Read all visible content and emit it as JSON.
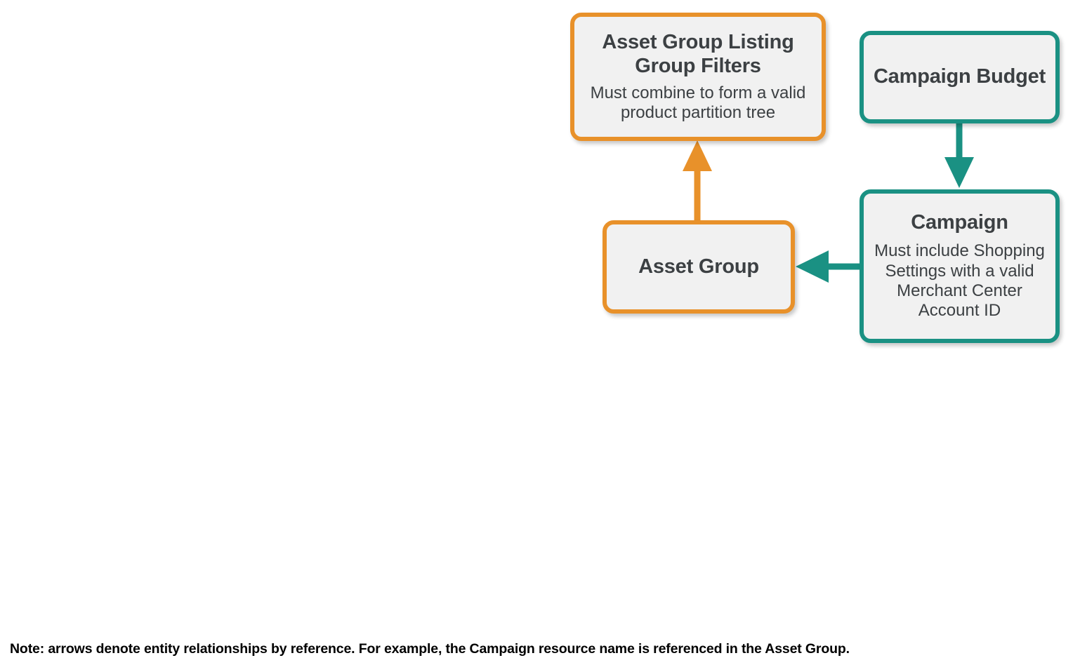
{
  "diagram": {
    "background_color": "#FFFFFF",
    "palette": {
      "orange": "#E8912A",
      "teal": "#1A9183",
      "node_fill": "#F1F1F1",
      "text_dark": "#3C4043",
      "footnote_text": "#000000"
    },
    "nodes": [
      {
        "id": "asset-group-listing-group-filters",
        "title": "Asset Group Listing Group Filters",
        "subtitle": "Must combine to form a valid product partition tree",
        "color": "orange"
      },
      {
        "id": "campaign-budget",
        "title": "Campaign Budget",
        "subtitle": "",
        "color": "teal"
      },
      {
        "id": "asset-group",
        "title": "Asset Group",
        "subtitle": "",
        "color": "orange"
      },
      {
        "id": "campaign",
        "title": "Campaign",
        "subtitle": "Must include Shopping Settings with a valid Merchant Center Account ID",
        "color": "teal"
      }
    ],
    "edges": [
      {
        "id": "asset-group-to-filters",
        "from": "asset-group",
        "to": "asset-group-listing-group-filters",
        "direction": "up",
        "color": "orange"
      },
      {
        "id": "campaign-budget-to-campaign",
        "from": "campaign-budget",
        "to": "campaign",
        "direction": "down",
        "color": "teal"
      },
      {
        "id": "campaign-to-asset-group",
        "from": "campaign",
        "to": "asset-group",
        "direction": "left",
        "color": "teal"
      }
    ],
    "footnote": "Note: arrows denote entity relationships by reference. For example, the Campaign resource name is referenced in the Asset Group."
  }
}
